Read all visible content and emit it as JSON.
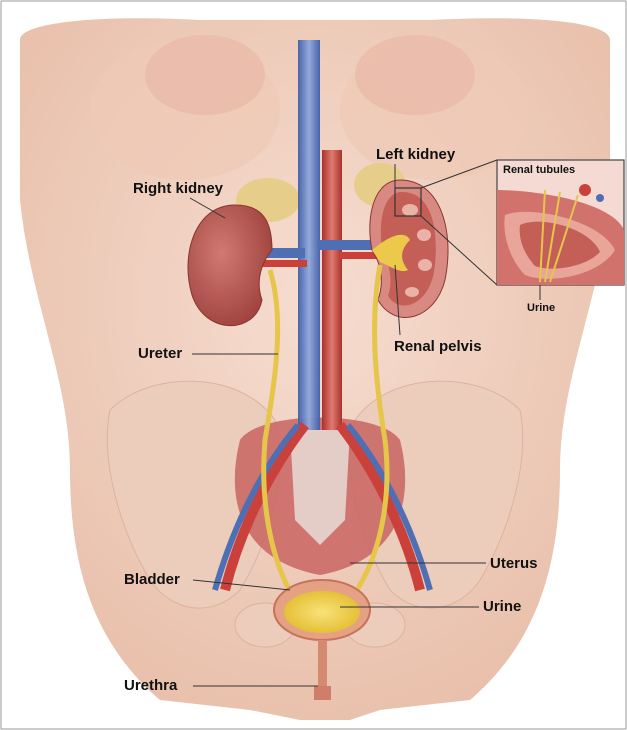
{
  "labels": {
    "left_kidney": "Left kidney",
    "right_kidney": "Right kidney",
    "renal_tubules": "Renal tubules",
    "urine_inset": "Urine",
    "ureter": "Ureter",
    "renal_pelvis": "Renal pelvis",
    "uterus": "Uterus",
    "bladder": "Bladder",
    "urine": "Urine",
    "urethra": "Urethra"
  },
  "colors": {
    "skin": "#f2d3c2",
    "kidney": "#b5524f",
    "ureter": "#e6c64a",
    "vein": "#4f6fb5",
    "artery": "#c9413a",
    "bladder_urine": "#f0d340"
  }
}
